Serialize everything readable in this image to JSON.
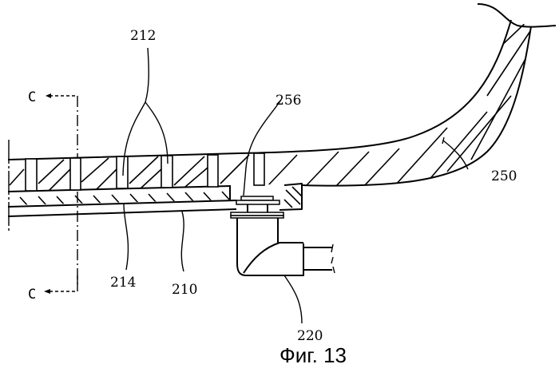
{
  "figure": {
    "caption": "Фиг. 13",
    "section_marks": {
      "top": "C",
      "bottom": "C"
    },
    "labels": {
      "holes": "212",
      "connector": "256",
      "outer_body": "250",
      "channel": "214",
      "lower_plate": "210",
      "pipe": "220"
    }
  }
}
